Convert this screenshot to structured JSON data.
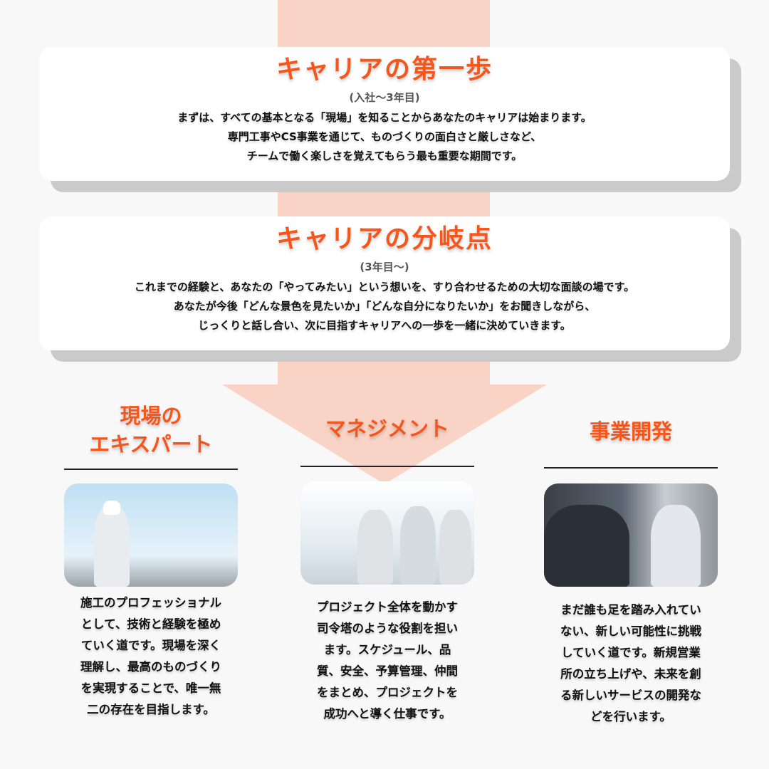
{
  "stage1": {
    "title": "キャリアの第一歩",
    "period": "(入社〜3年目)",
    "lines": [
      "まずは、すべての基本となる「現場」を知ることからあなたのキャリアは始まります。",
      "専門工事やCS事業を通じて、ものづくりの面白さと厳しさなど、",
      "チームで働く楽しさを覚えてもらう最も重要な期間です。"
    ]
  },
  "stage2": {
    "title": "キャリアの分岐点",
    "period": "(3年目〜)",
    "lines": [
      "これまでの経験と、あなたの「やってみたい」という想いを、すり合わせるための大切な面談の場です。",
      "あなたが今後「どんな景色を見たいか」「どんな自分になりたいか」をお聞きしながら、",
      "じっくりと話し合い、次に目指すキャリアへの一歩を一緒に決めていきます。"
    ]
  },
  "paths": [
    {
      "title_lines": [
        "現場の",
        "エキスパート"
      ],
      "lines": [
        "施工のプロフェッショナル",
        "として、技術と経験を極め",
        "ていく道です。現場を深く",
        "理解し、最高のものづくり",
        "を実現することで、唯一無",
        "二の存在を目指します。"
      ]
    },
    {
      "title_lines": [
        "マネジメント"
      ],
      "lines": [
        "プロジェクト全体を動かす",
        "司令塔のような役割を担い",
        "ます。スケジュール、品",
        "質、安全、予算管理、仲間",
        "をまとめ、プロジェクトを",
        "成功へと導く仕事です。"
      ]
    },
    {
      "title_lines": [
        "事業開発"
      ],
      "lines": [
        "まだ誰も足を踏み入れてい",
        "ない、新しい可能性に挑戦",
        "していく道です。新規営業",
        "所の立ち上げや、未来を創",
        "る新しいサービスの開発な",
        "どを行います。"
      ]
    }
  ],
  "colors": {
    "accent": "#f5561c",
    "arrow": "#f8d3c6"
  }
}
